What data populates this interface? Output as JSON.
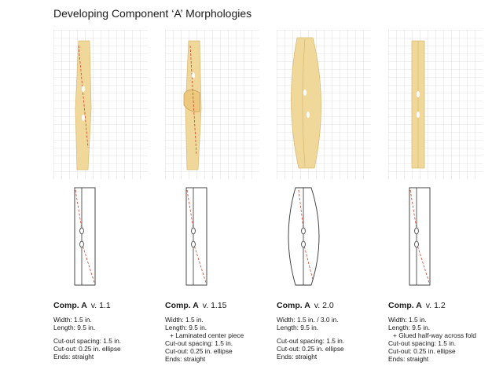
{
  "page": {
    "title": "Developing Component ‘A’ Morphologies"
  },
  "components": [
    {
      "name": "Comp. A",
      "version": "v. 1.1",
      "lines": [
        "Width: 1.5 in.",
        "Length: 9.5 in."
      ],
      "lines2": [
        "Cut-out spacing: 1.5 in.",
        "Cut-out: 0.25 in. ellipse",
        "Ends: straight"
      ]
    },
    {
      "name": "Comp. A",
      "version": "v. 1.15",
      "lines": [
        "Width: 1.5 in.",
        "Length: 9.5 in.",
        "+ Laminated center piece"
      ],
      "lines2": [
        "Cut-out spacing: 1.5 in.",
        "Cut-out: 0.25 in. ellipse",
        "Ends: straight"
      ]
    },
    {
      "name": "Comp. A",
      "version": "v. 2.0",
      "lines": [
        "Width: 1.5 in. / 3.0 in.",
        "Length: 9.5 in."
      ],
      "lines2": [
        "Cut-out spacing: 1.5 in.",
        "Cut-out: 0.25 in. ellipse",
        "Ends: straight"
      ]
    },
    {
      "name": "Comp. A",
      "version": "v. 1.2",
      "lines": [
        "Width: 1.5 in.",
        "Length: 9.5 in.",
        "+ Glued half-way across fold"
      ],
      "lines2": [
        "Cut-out spacing: 1.5 in.",
        "Cut-out: 0.25 in. ellipse",
        "Ends: straight"
      ]
    }
  ],
  "colors": {
    "wood": "#f0d79a",
    "wood_dark": "#dcbc72",
    "dash": "#d9402b",
    "grid": "#c8c8c8"
  }
}
